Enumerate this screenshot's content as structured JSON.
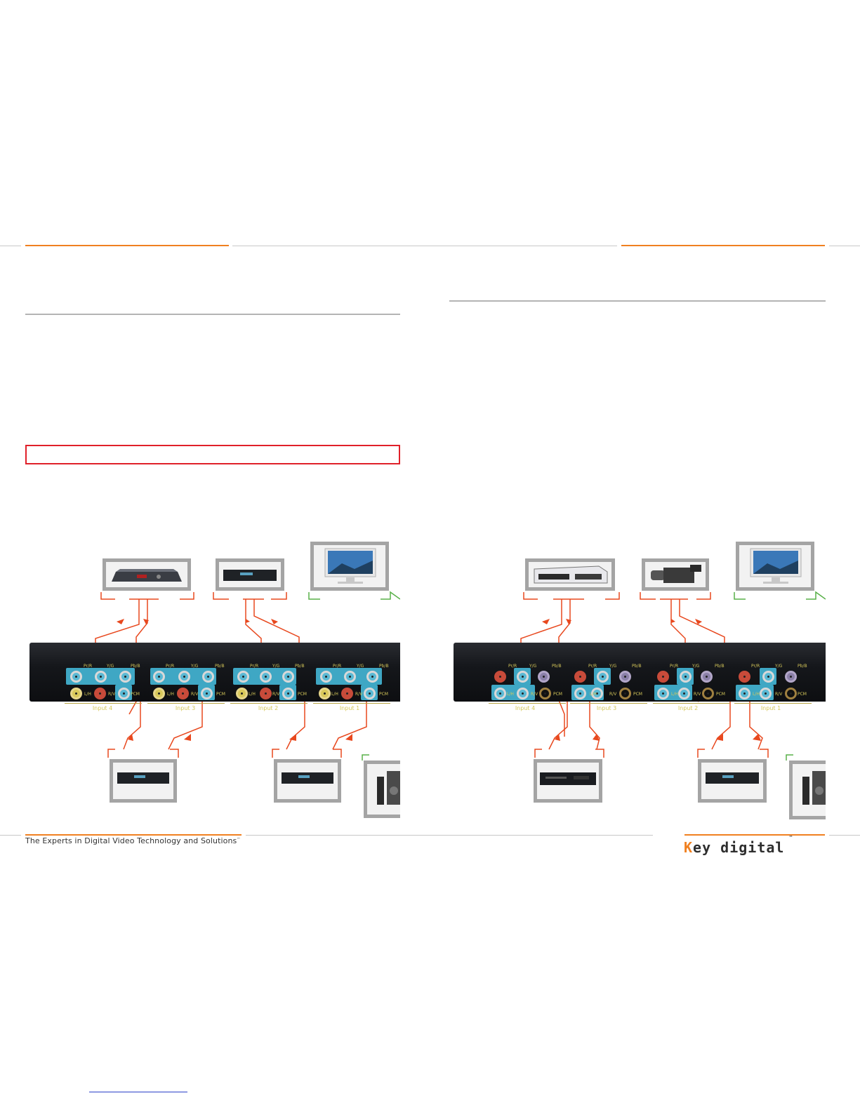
{
  "footer": {
    "tagline": "The Experts in Digital Video Technology and Solutions",
    "tagline_tm": "™",
    "brand_prefix": "K",
    "brand_rest": "ey digital",
    "brand_tm": "™"
  },
  "left_panel": {
    "input_labels": [
      "Input 4",
      "Input 3",
      "Input 2",
      "Input 1"
    ],
    "port_labels": [
      "Pr/R",
      "Y/G",
      "Pb/B",
      "L/H",
      "R/V",
      "PCM"
    ]
  },
  "right_panel": {
    "input_labels": [
      "Input 4",
      "Input 3",
      "Input 2",
      "Input 1"
    ],
    "port_labels": [
      "Pr/R",
      "Y/G",
      "Pb/B",
      "L/H",
      "R/V",
      "PCM"
    ]
  },
  "colors": {
    "accent_orange": "#f08020",
    "cable_red": "#e8481e",
    "cable_green": "#58b048",
    "port_blue": "#3fa7c4",
    "highlight_red": "#e0202a"
  }
}
